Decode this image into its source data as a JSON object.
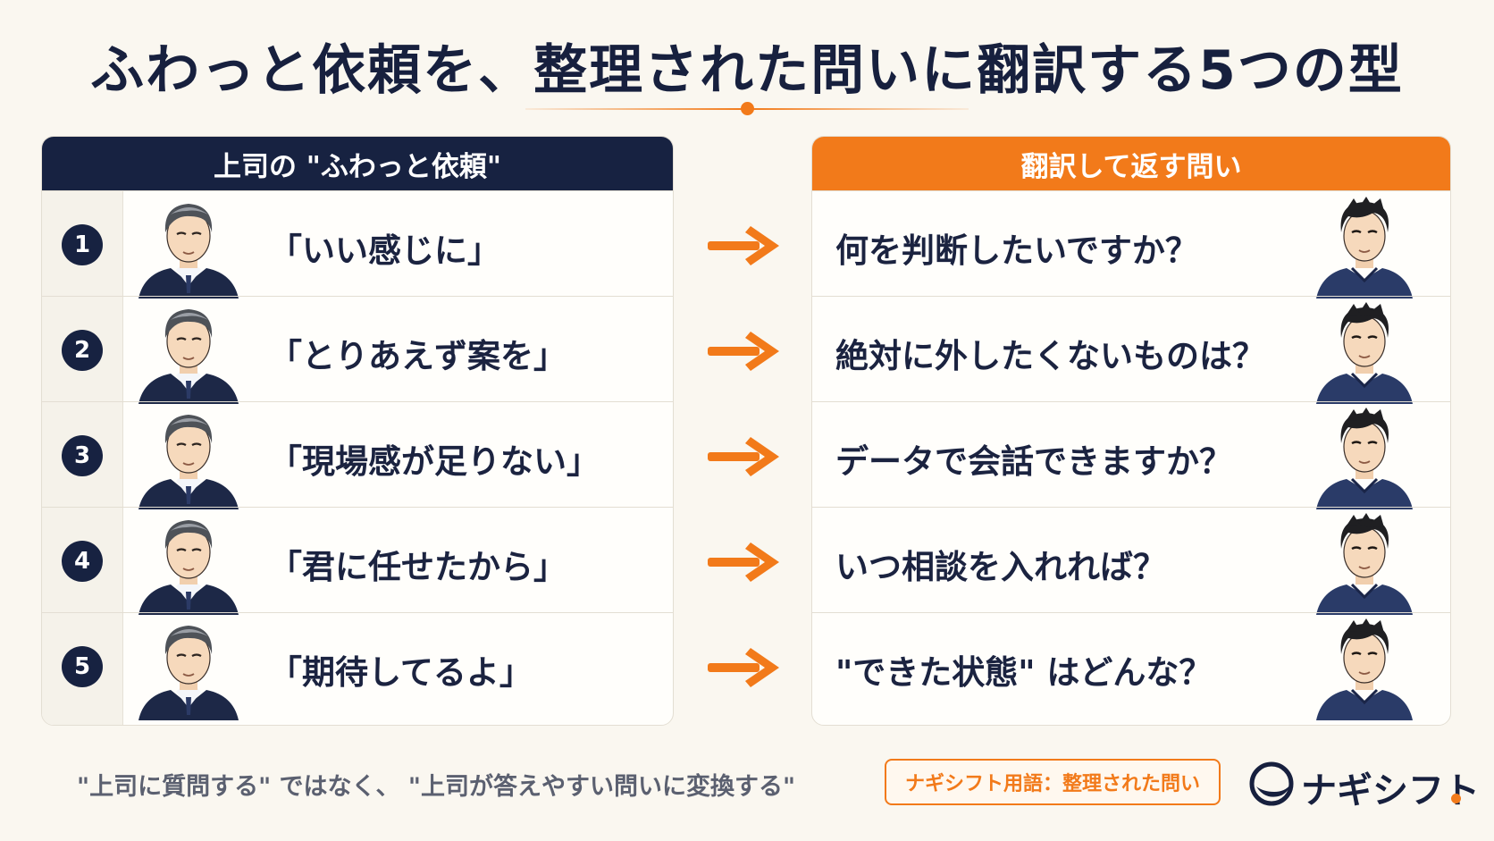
{
  "title": "ふわっと依頼を、整理された問いに翻訳する5つの型",
  "left_header": "上司の \"ふわっと依頼\"",
  "right_header": "翻訳して返す問い",
  "rows": [
    {
      "num": "1",
      "request": "「いい感じに」",
      "question": "何を判断したいですか？"
    },
    {
      "num": "2",
      "request": "「とりあえず案を」",
      "question": "絶対に外したくないものは？"
    },
    {
      "num": "3",
      "request": "「現場感が足りない」",
      "question": "データで会話できますか？"
    },
    {
      "num": "4",
      "request": "「君に任せたから」",
      "question": "いつ相談を入れれば？"
    },
    {
      "num": "5",
      "request": "「期待してるよ」",
      "question": "\"できた状態\" はどんな？"
    }
  ],
  "footer": {
    "text": "\"上司に質問する\" ではなく、 \"上司が答えやすい問いに変換する\"",
    "badge": "ナギシフト用語：整理された問い",
    "logo": "ナギシフト"
  },
  "colors": {
    "navy": "#172241",
    "orange": "#f27a1a",
    "background": "#faf7f0"
  },
  "icons": {
    "boss": "boss-avatar-icon",
    "staff": "staff-avatar-icon",
    "arrow": "arrow-right-icon",
    "logo": "wave-circle-icon"
  }
}
